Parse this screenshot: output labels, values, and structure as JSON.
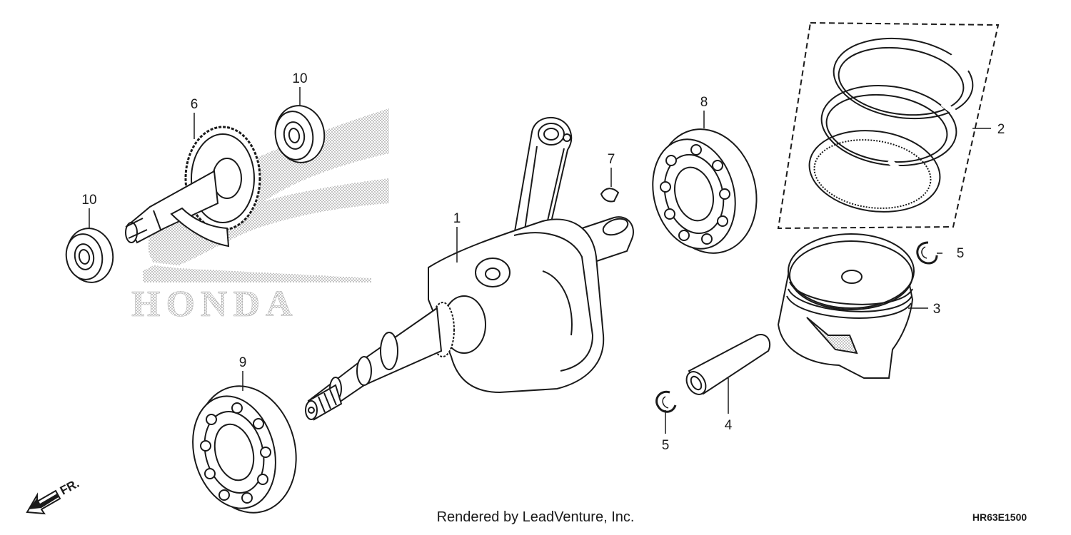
{
  "watermark": {
    "brand": "HONDA",
    "color": "#b4b4b4"
  },
  "parts": [
    {
      "id": "crankshaft",
      "label": "1"
    },
    {
      "id": "piston-ring-set",
      "label": "2"
    },
    {
      "id": "piston",
      "label": "3"
    },
    {
      "id": "piston-pin",
      "label": "4"
    },
    {
      "id": "piston-pin-clip-a",
      "label": "5"
    },
    {
      "id": "piston-pin-clip-b",
      "label": "5"
    },
    {
      "id": "balancer-shaft",
      "label": "6"
    },
    {
      "id": "woodruff-key",
      "label": "7"
    },
    {
      "id": "radial-bearing-right",
      "label": "8"
    },
    {
      "id": "radial-bearing-left",
      "label": "9"
    },
    {
      "id": "balancer-bearing-top",
      "label": "10"
    },
    {
      "id": "balancer-bearing-left",
      "label": "10"
    }
  ],
  "direction_marker": {
    "text": "FR.",
    "icon": "arrow-front-icon"
  },
  "footer": {
    "credit": "Rendered by LeadVenture, Inc.",
    "diagram_code": "HR63E1500"
  },
  "colors": {
    "line": "#1a1a1a",
    "watermark": "#b4b4b4"
  }
}
